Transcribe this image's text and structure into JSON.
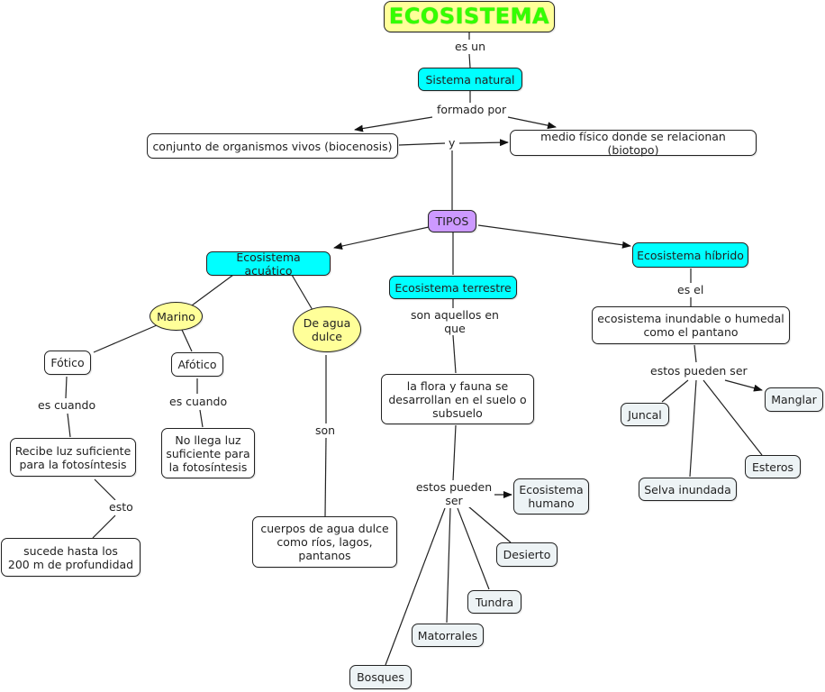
{
  "colors": {
    "title_fill": "#ffff99",
    "title_text": "#33ff00",
    "concept_cyan": "#00ffff",
    "concept_purple": "#cc99ff",
    "concept_yellow": "#ffff99",
    "concept_gray": "#edf3f5",
    "concept_white": "#ffffff"
  },
  "nodes": {
    "ecosistema": "ECOSISTEMA",
    "sistema_natural": "Sistema natural",
    "biocenosis": "conjunto de organismos vivos (biocenosis)",
    "biotopo": "medio físico donde se relacionan (biotopo)",
    "tipos": "TIPOS",
    "acuatico": "Ecosistema acuático",
    "terrestre": "Ecosistema terrestre",
    "hibrido": "Ecosistema híbrido",
    "marino": "Marino",
    "agua_dulce": "De agua\ndulce",
    "fotico": "Fótico",
    "afotico": "Afótico",
    "recibe_luz": "Recibe luz suficiente\npara la fotosíntesis",
    "no_llega_luz": "No llega luz\nsuficiente para\nla fotosíntesis",
    "sucede_hasta": "sucede hasta los\n200 m de profundidad",
    "cuerpos_agua": "cuerpos de agua dulce\ncomo ríos, lagos,\npantanos",
    "flora_fauna": "la flora y fauna se\ndesarrollan en el suelo o\nsubsuelo",
    "humedal": "ecosistema inundable o humedal\ncomo el pantano",
    "ecosistema_humano": "Ecosistema\nhumano",
    "desierto": "Desierto",
    "tundra": "Tundra",
    "matorrales": "Matorrales",
    "bosques": "Bosques",
    "juncal": "Juncal",
    "manglar": "Manglar",
    "selva_inundada": "Selva inundada",
    "esteros": "Esteros"
  },
  "links": {
    "es_un": "es un",
    "formado_por": "formado por",
    "y": "y",
    "es_cuando_1": "es cuando",
    "es_cuando_2": "es cuando",
    "esto": "esto",
    "son": "son",
    "son_aquellos": "son aquellos en\nque",
    "estos_pueden_terrestre": "estos pueden\nser",
    "es_el": "es el",
    "estos_pueden_hibrido": "estos pueden ser"
  }
}
